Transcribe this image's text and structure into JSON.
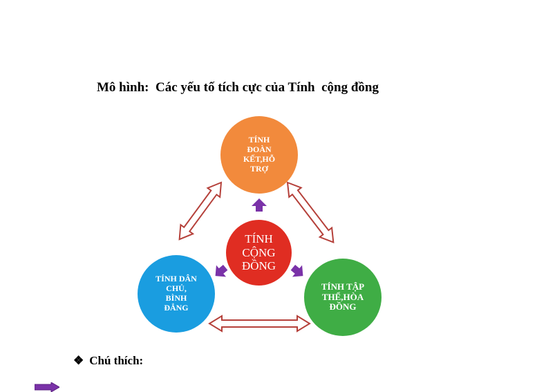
{
  "title": "Mô hình:  Các yếu tố tích cực của Tính  cộng đồng",
  "nodes": {
    "top": "TÍNH\nĐOÀN\nKẾT,HỖ\nTRỢ",
    "center": "TÍNH\nCỘNG\nĐỒNG",
    "left": "TÍNH DÂN\nCHỦ,\nBÌNH\nĐẲNG",
    "right": "TÍNH TẬP\nTHỂ,HÒA\nĐỒNG"
  },
  "colors": {
    "top": "#f28a3c",
    "center": "#e02d22",
    "left": "#1a9de0",
    "right": "#3fad45",
    "connector_outline": "#b5403a",
    "small_arrow": "#7a32a8"
  },
  "legend": {
    "bullet_icon": "diamond-bullet",
    "title": "Chú thích:"
  }
}
